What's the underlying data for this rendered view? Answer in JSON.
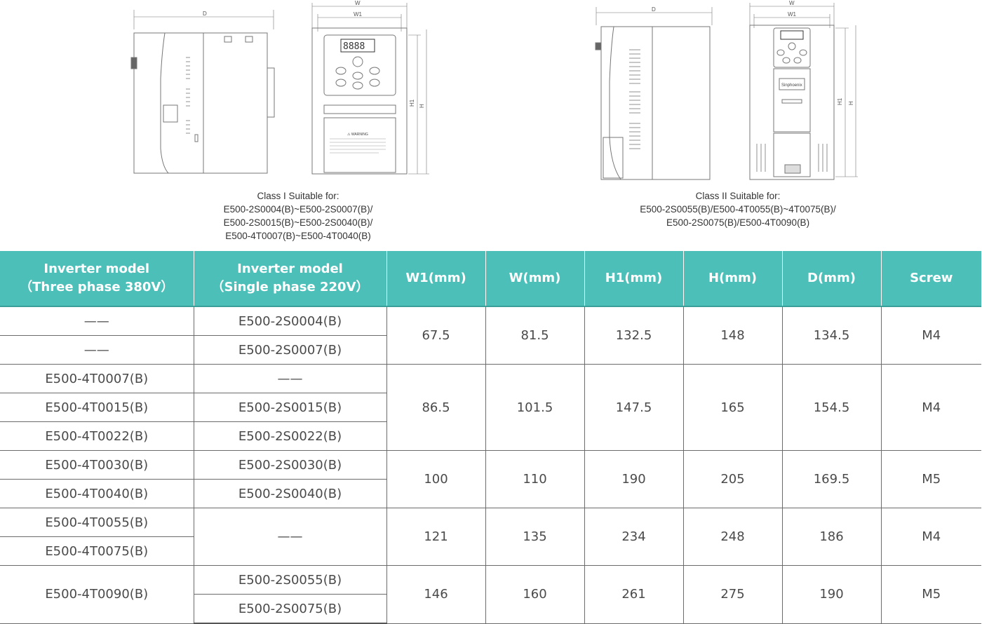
{
  "drawings": {
    "class1": {
      "dim_d": "D",
      "dim_w": "W",
      "dim_w1": "W1",
      "dim_h1": "H1",
      "dim_h": "H",
      "caption": [
        "Class I Suitable for:",
        "E500-2S0004(B)~E500-2S0007(B)/",
        "E500-2S0015(B)~E500-2S0040(B)/",
        "E500-4T0007(B)~E500-4T0040(B)"
      ]
    },
    "class2": {
      "dim_d": "D",
      "dim_w": "W",
      "dim_w1": "W1",
      "dim_h1": "H1",
      "dim_h": "H",
      "caption": [
        "Class II Suitable for:",
        "E500-2S0055(B)/E500-4T0055(B)~4T0075(B)/",
        "E500-2S0075(B)/E500-4T0090(B)"
      ]
    }
  },
  "table": {
    "headers": [
      [
        "Inverter model",
        "（Three phase 380V）"
      ],
      [
        "Inverter model",
        "（Single phase 220V）"
      ],
      [
        "W1(mm)"
      ],
      [
        "W(mm)"
      ],
      [
        "H1(mm)"
      ],
      [
        "H(mm)"
      ],
      [
        "D(mm)"
      ],
      [
        "Screw"
      ]
    ],
    "groups": [
      {
        "three": [
          "——",
          "——"
        ],
        "single": [
          "E500-2S0004(B)",
          "E500-2S0007(B)"
        ],
        "w1": "67.5",
        "w": "81.5",
        "h1": "132.5",
        "h": "148",
        "d": "134.5",
        "screw": "M4"
      },
      {
        "three": [
          "E500-4T0007(B)",
          "E500-4T0015(B)",
          "E500-4T0022(B)"
        ],
        "single": [
          "——",
          "E500-2S0015(B)",
          "E500-2S0022(B)"
        ],
        "w1": "86.5",
        "w": "101.5",
        "h1": "147.5",
        "h": "165",
        "d": "154.5",
        "screw": "M4"
      },
      {
        "three": [
          "E500-4T0030(B)",
          "E500-4T0040(B)"
        ],
        "single": [
          "E500-2S0030(B)",
          "E500-2S0040(B)"
        ],
        "w1": "100",
        "w": "110",
        "h1": "190",
        "h": "205",
        "d": "169.5",
        "screw": "M5"
      },
      {
        "three": [
          "E500-4T0055(B)",
          "E500-4T0075(B)"
        ],
        "single_merged": "——",
        "w1": "121",
        "w": "135",
        "h1": "234",
        "h": "248",
        "d": "186",
        "screw": "M4"
      },
      {
        "three_merged": "E500-4T0090(B)",
        "single": [
          "E500-2S0055(B)",
          "E500-2S0075(B)"
        ],
        "w1": "146",
        "w": "160",
        "h1": "261",
        "h": "275",
        "d": "190",
        "screw": "M5"
      }
    ]
  }
}
